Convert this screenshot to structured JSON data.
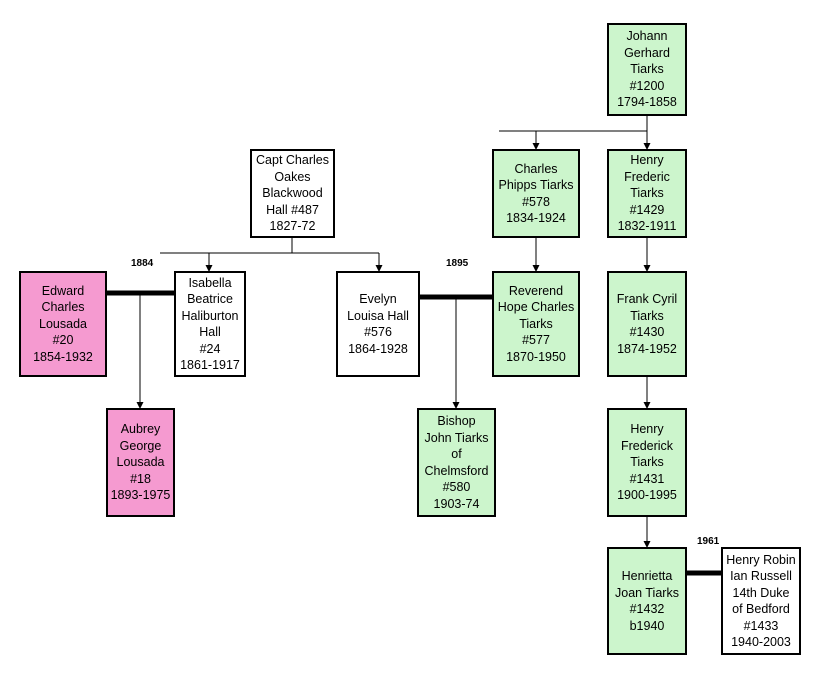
{
  "colors": {
    "green": "#ccf5cc",
    "pink": "#f59ad0",
    "white": "#ffffff"
  },
  "persons": {
    "johann": {
      "lines": [
        "Johann",
        "Gerhard",
        "Tiarks",
        "#1200",
        "1794-1858"
      ],
      "color": "green"
    },
    "charles_hall": {
      "lines": [
        "Capt Charles",
        "Oakes",
        "Blackwood",
        "Hall #487",
        "1827-72"
      ],
      "color": "white"
    },
    "charles_tiarks": {
      "lines": [
        "Charles",
        "Phipps Tiarks",
        "#578",
        "1834-1924"
      ],
      "color": "green"
    },
    "henry_frederic": {
      "lines": [
        "Henry",
        "Frederic",
        "Tiarks",
        "#1429",
        "1832-1911"
      ],
      "color": "green"
    },
    "edward": {
      "lines": [
        "Edward",
        "Charles",
        "Lousada",
        "#20",
        "1854-1932"
      ],
      "color": "pink"
    },
    "isabella": {
      "lines": [
        "Isabella",
        "Beatrice",
        "Haliburton",
        "Hall",
        "#24",
        "1861-1917"
      ],
      "color": "white"
    },
    "evelyn": {
      "lines": [
        "Evelyn",
        "Louisa Hall",
        "#576",
        "1864-1928"
      ],
      "color": "white"
    },
    "hope": {
      "lines": [
        "Reverend",
        "Hope Charles",
        "Tiarks",
        "#577",
        "1870-1950"
      ],
      "color": "green"
    },
    "frank": {
      "lines": [
        "Frank Cyril",
        "Tiarks",
        "#1430",
        "1874-1952"
      ],
      "color": "green"
    },
    "aubrey": {
      "lines": [
        "Aubrey",
        "George",
        "Lousada",
        "#18",
        "1893-1975"
      ],
      "color": "pink"
    },
    "bishop": {
      "lines": [
        "Bishop",
        "John Tiarks",
        "of",
        "Chelmsford",
        "#580",
        "1903-74"
      ],
      "color": "green"
    },
    "henry_frederick": {
      "lines": [
        "Henry",
        "Frederick",
        "Tiarks",
        "#1431",
        "1900-1995"
      ],
      "color": "green"
    },
    "henrietta": {
      "lines": [
        "Henrietta",
        "Joan Tiarks",
        "#1432",
        "b1940"
      ],
      "color": "green"
    },
    "duke": {
      "lines": [
        "Henry Robin",
        "Ian Russell",
        "14th Duke",
        "of Bedford",
        "#1433",
        "1940-2003"
      ],
      "color": "white"
    }
  },
  "marriages": {
    "m1884": "1884",
    "m1895": "1895",
    "m1961": "1961"
  }
}
